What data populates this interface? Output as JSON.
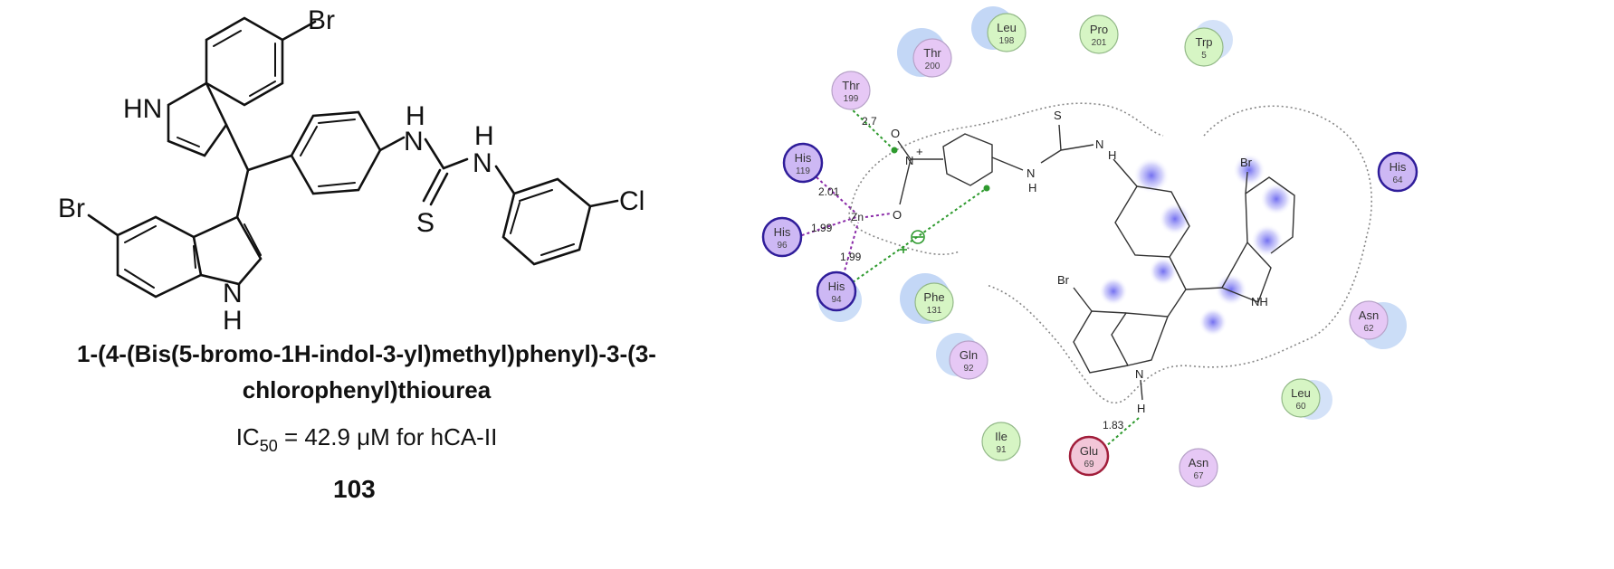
{
  "compound": {
    "name_line1": "1-(4-(Bis(5-bromo-1H-indol-3-yl)methyl)phenyl)-3-(3-",
    "name_line2": "chlorophenyl)thiourea",
    "ic50_prefix": "IC",
    "ic50_sub": "50",
    "ic50_rest": " = 42.9 μM for hCA-II",
    "number": "103"
  },
  "structure_labels": {
    "br_top": "Br",
    "br_left": "Br",
    "hn_top": "HN",
    "n_bottom": "N",
    "h_bottom": "H",
    "thiourea_h1": "H",
    "thiourea_n1": "N",
    "thiourea_h2": "H",
    "thiourea_n2": "N",
    "s": "S",
    "cl": "Cl"
  },
  "interaction_map": {
    "residues": [
      {
        "name": "Thr",
        "num": "200",
        "type": "polar"
      },
      {
        "name": "Leu",
        "num": "198",
        "type": "hydrophobic"
      },
      {
        "name": "Pro",
        "num": "201",
        "type": "hydrophobic"
      },
      {
        "name": "Trp",
        "num": "5",
        "type": "hydrophobic"
      },
      {
        "name": "Thr",
        "num": "199",
        "type": "polar"
      },
      {
        "name": "His",
        "num": "119",
        "type": "positive"
      },
      {
        "name": "His",
        "num": "96",
        "type": "positive"
      },
      {
        "name": "His",
        "num": "94",
        "type": "positive"
      },
      {
        "name": "Phe",
        "num": "131",
        "type": "hydrophobic"
      },
      {
        "name": "Gln",
        "num": "92",
        "type": "polar"
      },
      {
        "name": "Ile",
        "num": "91",
        "type": "hydrophobic"
      },
      {
        "name": "Glu",
        "num": "69",
        "type": "negative"
      },
      {
        "name": "Asn",
        "num": "67",
        "type": "polar"
      },
      {
        "name": "Leu",
        "num": "60",
        "type": "hydrophobic"
      },
      {
        "name": "Asn",
        "num": "62",
        "type": "polar"
      },
      {
        "name": "His",
        "num": "64",
        "type": "positive"
      }
    ],
    "distances": {
      "thr199": "2.7",
      "his119": "2.01",
      "his96": "1.99",
      "his94": "1.99",
      "glu69": "1.83"
    },
    "zinc_label": "Zn",
    "ligand_labels": {
      "s": "S",
      "n_top": "N",
      "h_top": "H",
      "n_bottom": "N",
      "h_bottom": "H",
      "no2_n": "N",
      "no2_plus": "+",
      "no2_o_top": "O",
      "no2_o_bottom": "O",
      "br_right": "Br",
      "br_left": "Br",
      "nh": "NH",
      "n_indole": "N",
      "h_glu": "H"
    }
  },
  "colors": {
    "polar": "#e6c8f5",
    "positive": "#cdb8f4",
    "negative": "#f2c6d8",
    "hydrophobic": "#d6f5c4",
    "hbond": "#2e9a2e",
    "metal": "#8a2ba8",
    "exposure": "#a9c6f2",
    "glow": "#5b57ee"
  }
}
